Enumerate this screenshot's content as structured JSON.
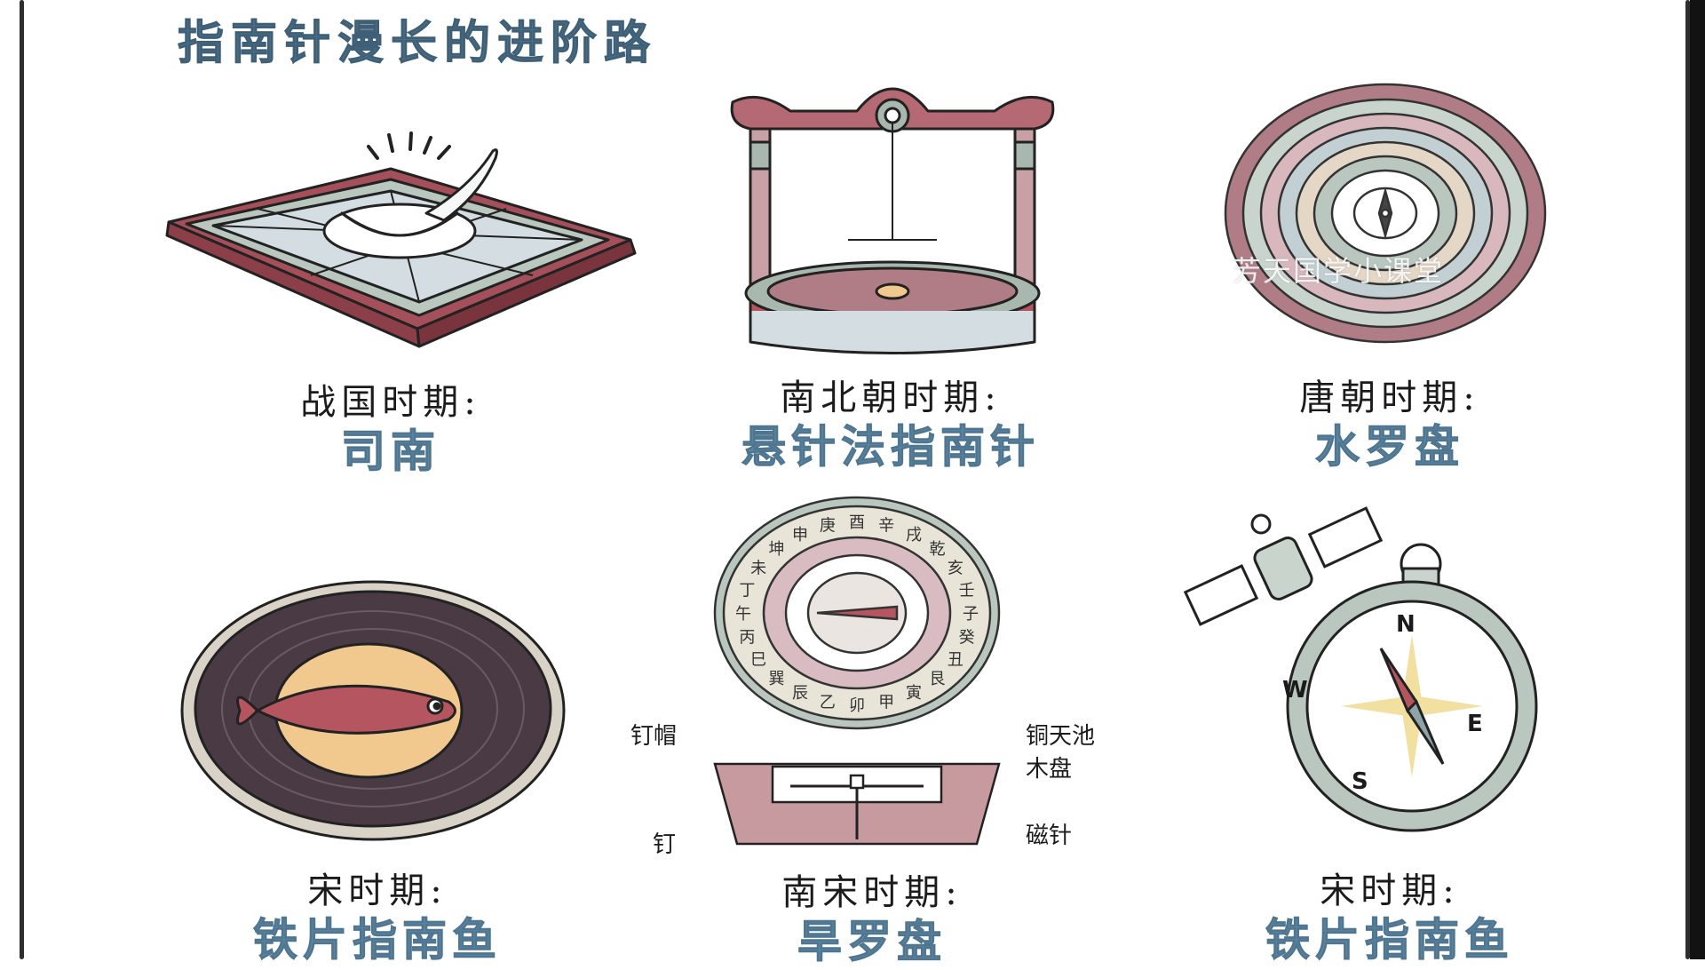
{
  "title": "指南针漫长的进阶路",
  "watermark": "芳天国学小课堂",
  "items": [
    {
      "period": "战国时期:",
      "name": "司南",
      "icon": "sinan-spoon-on-board"
    },
    {
      "period": "南北朝时期:",
      "name": "悬针法指南针",
      "icon": "hanging-needle-compass"
    },
    {
      "period": "唐朝时期:",
      "name": "水罗盘",
      "icon": "water-compass-disc"
    },
    {
      "period": "宋时期:",
      "name": "铁片指南鱼",
      "icon": "iron-fish-in-bowl"
    },
    {
      "period": "南宋时期:",
      "name": "旱罗盘",
      "icon": "dry-compass"
    },
    {
      "period": "宋时期:",
      "name": "铁片指南鱼",
      "icon": "modern-compass-satellite"
    }
  ],
  "dry_compass": {
    "ring_chars": [
      "酉",
      "辛",
      "戌",
      "乾",
      "亥",
      "壬",
      "子",
      "癸",
      "丑",
      "艮",
      "寅",
      "甲",
      "卯",
      "乙",
      "辰",
      "巽",
      "巳",
      "丙",
      "午",
      "丁",
      "未",
      "坤",
      "申",
      "庚"
    ],
    "labels": {
      "nail_cap": "钉帽",
      "nail": "钉",
      "copper_pool": "铜天池",
      "wood_plate": "木盘",
      "magnetic_needle": "磁针"
    }
  },
  "modern_compass": {
    "n": "N",
    "e": "E",
    "s": "S",
    "w": "W"
  },
  "colors": {
    "title": "#4a6e86",
    "name": "#5d84a0",
    "red": "#b5555f",
    "gray_green": "#a9b8ae",
    "dark_bowl": "#4a3a44",
    "orange": "#f1c98f"
  }
}
